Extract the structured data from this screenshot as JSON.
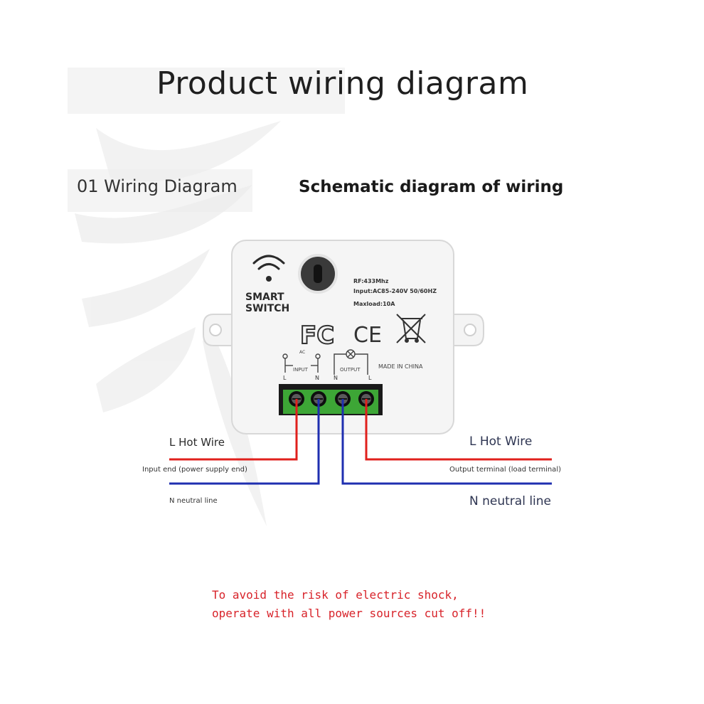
{
  "header": {
    "title": "Product wiring diagram",
    "section_label": "01 Wiring Diagram",
    "schematic_title": "Schematic diagram of wiring"
  },
  "device": {
    "brand_line1": "SMART",
    "brand_line2": "SWITCH",
    "spec_rf": "RF:433Mhz",
    "spec_input": "Input:AC85-240V 50/60HZ",
    "spec_maxload": "Maxload:10A",
    "cert_fc": "FC",
    "cert_ce": "CE",
    "ac_label": "AC",
    "input_label": "INPUT",
    "output_label": "OUTPUT",
    "terminal_L1": "L",
    "terminal_N1": "N",
    "terminal_N2": "N",
    "terminal_L2": "L",
    "origin": "MADE IN CHINA"
  },
  "wiring": {
    "left_hot": "L Hot Wire",
    "left_end": "Input end (power supply end)",
    "left_neutral": "N neutral line",
    "right_hot": "L Hot Wire",
    "right_end": "Output terminal (load terminal)",
    "right_neutral": "N neutral line",
    "colors": {
      "hot": "#e0201c",
      "neutral": "#1f2fb0"
    }
  },
  "warning": {
    "line1": "To avoid the risk of electric shock,",
    "line2": "operate with all power sources cut off!!",
    "color": "#d8232a"
  }
}
